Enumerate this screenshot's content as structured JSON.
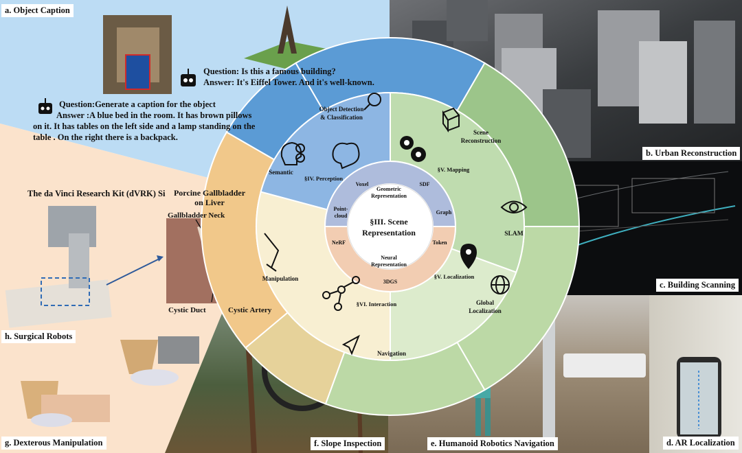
{
  "panels": {
    "a": "a. Object Caption",
    "b": "b. Urban Reconstruction",
    "c": "c. Building Scanning",
    "d": "d. AR Localization",
    "e": "e. Humanoid Robotics Navigation",
    "f": "f. Slope Inspection",
    "g": "g. Dexterous Manipulation",
    "h": "h. Surgical Robots"
  },
  "object_caption": {
    "q1_label": "Question:",
    "q1_text": " Is this a famous building?",
    "a1_label": "Answer:",
    "a1_text": " It's Eiffel Tower. And it's well-known.",
    "q2_line": "Question:Generate a caption for the object",
    "a2_line1": "Answer :A blue bed in the room. It has brown pillows",
    "a2_line2": "on it. It has tables on the left side and a lamp standing on the",
    "a2_line3": "table . On the right there is a backpack."
  },
  "surgical": {
    "kit_title": "The da Vinci Research Kit (dVRK) Si",
    "specimen_line1": "Porcine Gallbladder",
    "specimen_line2": "on Liver",
    "neck": "Gallbladder Neck",
    "duct": "Cystic Duct",
    "artery": "Cystic Artery"
  },
  "wheel": {
    "center_line1": "§III. Scene",
    "center_line2": "Representation",
    "geometric_line1": "Geometric",
    "geometric_line2": "Representation",
    "neural_line1": "Neural",
    "neural_line2": "Representation",
    "voxel": "Voxel",
    "sdf": "SDF",
    "pointcloud_line1": "Point-",
    "pointcloud_line2": "cloud",
    "graph": "Graph",
    "nerf": "NeRF",
    "token": "Token",
    "gs": "3DGS",
    "perception": "§IV. Perception",
    "mapping": "§V. Mapping",
    "localization": "§V. Localization",
    "interaction": "§VI. Interaction",
    "object_detection_line1": "Object Detection",
    "object_detection_line2": "& Classification",
    "semantic": "Semantic",
    "scene_recon_line1": "Scene",
    "scene_recon_line2": "Reconstruction",
    "slam": "SLAM",
    "global_loc_line1": "Global",
    "global_loc_line2": "Localization",
    "navigation": "Navigation",
    "manipulation": "Manipulation"
  },
  "colors": {
    "perception_outer": "#5b9bd5",
    "perception_inner": "#8db6e3",
    "mapping_outer": "#9cc58a",
    "mapping_inner": "#bfdcaf",
    "localization_outer": "#bcd9a6",
    "localization_inner": "#dcebcc",
    "interaction_outer": "#e6d29a",
    "interaction_inner": "#f8efd2",
    "manipulation_outer": "#f1c88a",
    "sky_bg": "#bcdcf4",
    "peach_bg": "#fbe3cc",
    "geometric_ring": "#aebcdc",
    "neural_ring": "#f2cdb2"
  },
  "icons": [
    "robot-icon",
    "magnifier-icon",
    "cube-icon",
    "gears-icon",
    "head-icon",
    "brain-icon",
    "eye-icon",
    "pin-icon",
    "globe-icon",
    "wrench-icon",
    "molecule-icon",
    "navigation-arrow-icon"
  ]
}
